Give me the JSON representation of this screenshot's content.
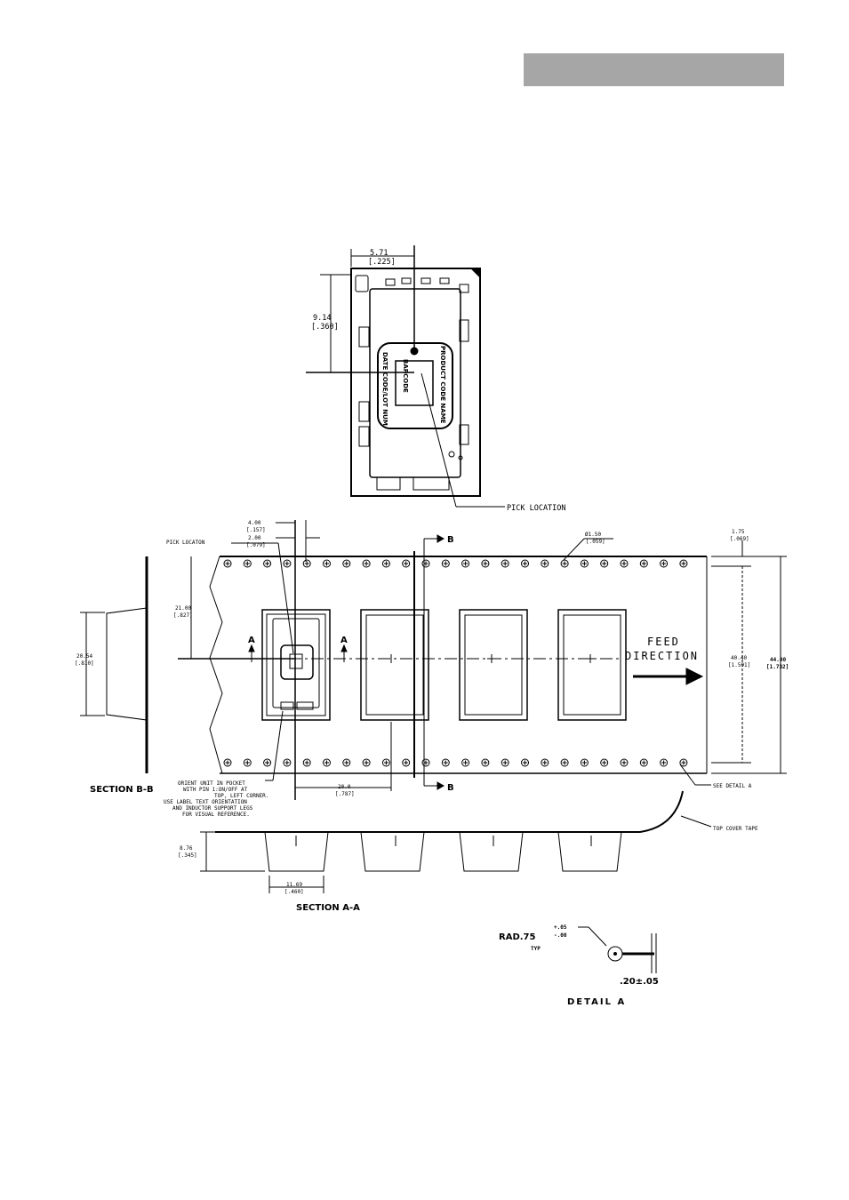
{
  "header": {
    "bar_color": "#a6a6a6"
  },
  "top_view": {
    "dim_horizontal": "5.71",
    "dim_horizontal_in": "[.225]",
    "dim_vertical": "9.14",
    "dim_vertical_in": "[.360]",
    "label_left": "DATE CODE/LOT NUM",
    "label_center": "BARCODE",
    "label_right": "PRODUCT CODE NAME",
    "pick_location": "PICK LOCATION"
  },
  "tape_view": {
    "dim_4": "4.00",
    "dim_4_in": "[.157]",
    "dim_2": "2.00",
    "dim_2_in": "[.079]",
    "pick_locaton": "PICK LOCATON",
    "hole_dia": "Ø1.50",
    "hole_dia_in": "[.059]",
    "dim_175": "1.75",
    "dim_175_in": "[.069]",
    "dim_21": "21.00",
    "dim_21_in": "[.827]",
    "dim_4040": "40.40",
    "dim_4040_in": "[1.591]",
    "dim_44": "44.00",
    "dim_44_in": "[1.732]",
    "dim_20": "20.0",
    "dim_20_in": "[.787]",
    "section_a": "A",
    "section_b": "B",
    "feed_line1": "FEED",
    "feed_line2": "DIRECTION",
    "orient_note": [
      "ORIENT UNIT IN POCKET",
      "WITH PIN 1:ON/OFF AT",
      "TOP, LEFT CORNER.",
      "USE LABEL TEXT ORIENTATION",
      "AND INDUCTOR SUPPORT LEGS",
      "FOR VISUAL REFERENCE."
    ],
    "see_detail": "SEE DETAIL A",
    "top_cover_tape": "TOP COVER TAPE"
  },
  "section_bb": {
    "dim": "20.54",
    "dim_in": "[.810]",
    "title": "SECTION B-B"
  },
  "section_aa": {
    "dim_depth": "8.76",
    "dim_depth_in": "[.345]",
    "dim_width": "11.69",
    "dim_width_in": "[.460]",
    "title": "SECTION A-A"
  },
  "detail_a": {
    "rad": "RAD.75",
    "tol_plus": "+.05",
    "tol_minus": "-.00",
    "typ": "TYP",
    "thickness": ".20±.05",
    "title": "DETAIL A"
  }
}
